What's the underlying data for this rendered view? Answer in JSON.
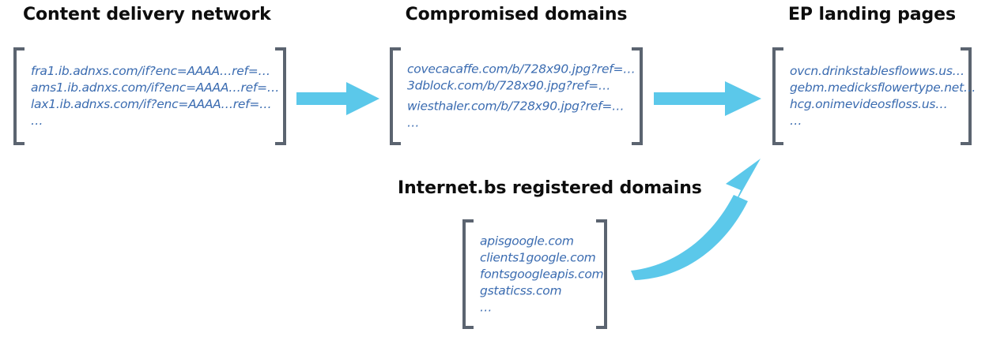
{
  "diagram": {
    "title_color": "#0d0d0d",
    "item_color": "#3a6bb0",
    "bracket_color": "#5b6470",
    "arrow_color": "#5bc8ea",
    "background": "#ffffff"
  },
  "groups": {
    "cdn": {
      "title": "Content delivery network",
      "items": [
        "fra1.ib.adnxs.com/if?enc=AAAA…ref=…",
        "ams1.ib.adnxs.com/if?enc=AAAA…ref=…",
        "lax1.ib.adnxs.com/if?enc=AAAA…ref=…",
        "…"
      ]
    },
    "compromised": {
      "title": "Compromised domains",
      "items": [
        "covecacaffe.com/b/728x90.jpg?ref=…",
        "3dblock.com/b/728x90.jpg?ref=…",
        "wiesthaler.com/b/728x90.jpg?ref=…",
        "…"
      ]
    },
    "landing": {
      "title": "EP landing pages",
      "items": [
        "ovcn.drinkstablesflowws.us…",
        "gebm.medicksflowertype.net…",
        "hcg.onimevideosfloss.us…",
        "…"
      ]
    },
    "internetbs": {
      "title": "Internet.bs registered domains",
      "items": [
        "apisgoogle.com",
        "clients1google.com",
        "fontsgoogleapis.com",
        "gstaticss.com",
        "…"
      ]
    }
  },
  "arrows": [
    {
      "name": "cdn-to-compromised",
      "from": "cdn",
      "to": "compromised",
      "style": "straight"
    },
    {
      "name": "compromised-to-landing",
      "from": "compromised",
      "to": "landing",
      "style": "straight"
    },
    {
      "name": "internetbs-to-landing",
      "from": "internetbs",
      "to": "landing",
      "style": "curved"
    }
  ]
}
